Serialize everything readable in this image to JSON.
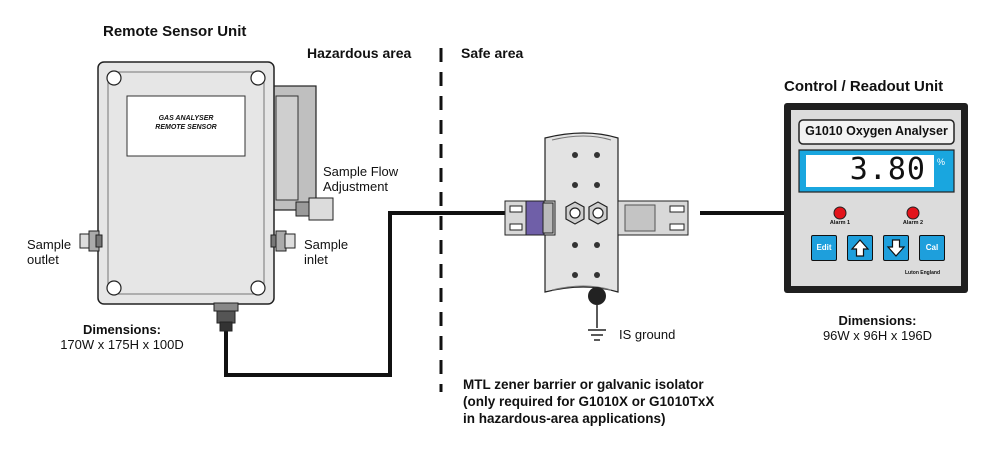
{
  "headings": {
    "remote_sensor_unit": "Remote Sensor Unit",
    "hazardous_area": "Hazardous area",
    "safe_area": "Safe area",
    "control_readout_unit": "Control / Readout Unit"
  },
  "sensor": {
    "plate_line1": "GAS ANALYSER",
    "plate_line2": "REMOTE SENSOR",
    "sample_flow_line1": "Sample Flow",
    "sample_flow_line2": "Adjustment",
    "sample_outlet_line1": "Sample",
    "sample_outlet_line2": "outlet",
    "sample_inlet_line1": "Sample",
    "sample_inlet_line2": "inlet",
    "dimensions_label": "Dimensions:",
    "dimensions_value": "170W x 175H x 100D"
  },
  "barrier": {
    "is_ground": "IS ground",
    "caption_line1": "MTL zener barrier or galvanic isolator",
    "caption_line2": "(only required for G1010X or G1010TxX",
    "caption_line3": "in hazardous-area applications)"
  },
  "readout": {
    "model_title": "G1010 Oxygen Analyser",
    "display_value": "3.80",
    "unit": "%",
    "alarm1": "Alarm 1",
    "alarm2": "Alarm 2",
    "btn_edit": "Edit",
    "btn_cal": "Cal",
    "brand": "Luton England",
    "dimensions_label": "Dimensions:",
    "dimensions_value": "96W x 96H x 196D"
  },
  "colors": {
    "lcd_blue": "#19a6df",
    "button_blue": "#1e9fdc",
    "alarm_red": "#e3141b",
    "purple_terminal": "#6f5fa8"
  }
}
